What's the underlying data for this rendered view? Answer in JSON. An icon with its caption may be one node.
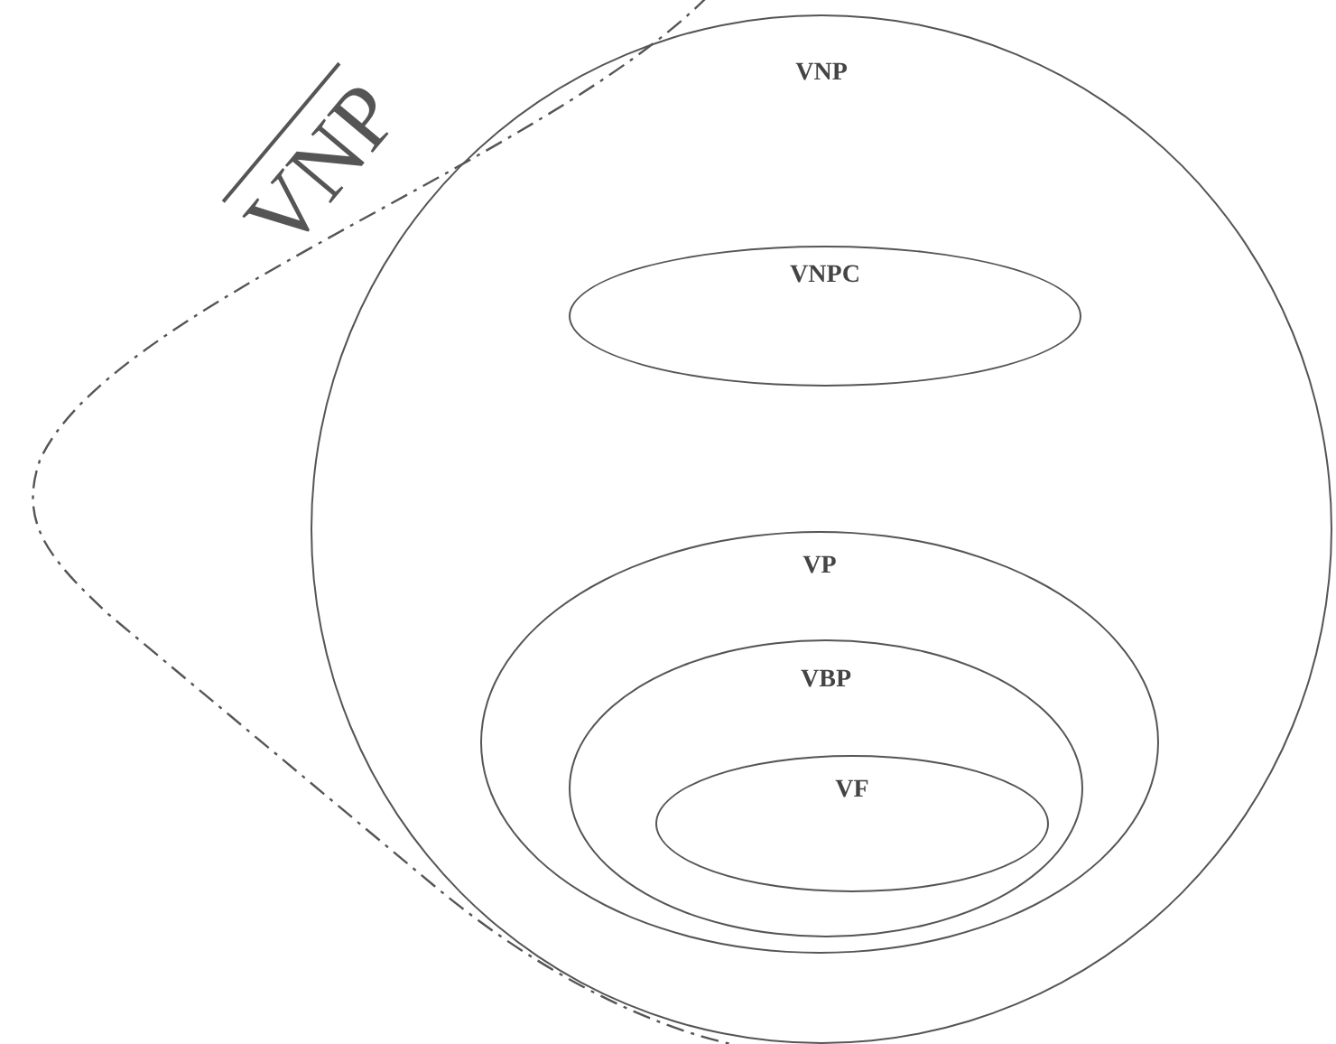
{
  "diagram": {
    "nodes": [
      {
        "text": [
          "VNP"
        ]
      },
      {
        "text": [
          "VNPC"
        ],
        "in": 0
      },
      {
        "text": [
          "VP"
        ],
        "in": 0
      },
      {
        "text": [
          "VBP"
        ],
        "in": 2
      },
      {
        "text": [
          "VF"
        ],
        "in": 3
      }
    ],
    "labels": [
      "VNP"
    ]
  }
}
